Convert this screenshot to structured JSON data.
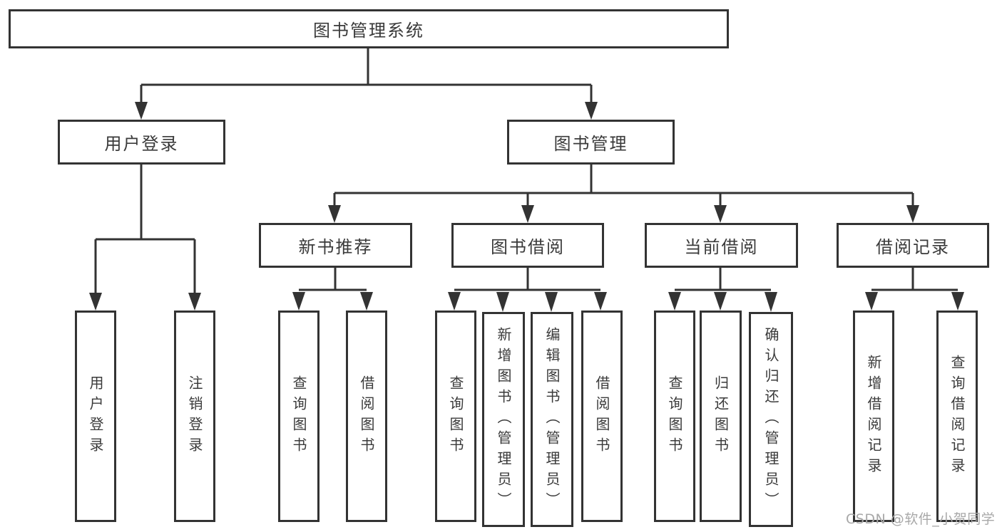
{
  "diagram": {
    "title": "图书管理系统",
    "root": {
      "label": "图书管理系统"
    },
    "level2": [
      {
        "label": "用户登录"
      },
      {
        "label": "图书管理"
      }
    ],
    "level3": [
      {
        "label": "新书推荐"
      },
      {
        "label": "图书借阅"
      },
      {
        "label": "当前借阅"
      },
      {
        "label": "借阅记录"
      }
    ],
    "leaves": {
      "user_login": [
        {
          "label": "用户登录"
        },
        {
          "label": "注销登录"
        }
      ],
      "new_book": [
        {
          "label": "查询图书"
        },
        {
          "label": "借阅图书"
        }
      ],
      "book_borrow": [
        {
          "label": "查询图书"
        },
        {
          "label": "新增图书（管理员）"
        },
        {
          "label": "编辑图书（管理员）"
        },
        {
          "label": "借阅图书"
        }
      ],
      "current_borrow": [
        {
          "label": "查询图书"
        },
        {
          "label": "归还图书"
        },
        {
          "label": "确认归还（管理员）"
        }
      ],
      "borrow_record": [
        {
          "label": "新增借阅记录"
        },
        {
          "label": "查询借阅记录"
        }
      ]
    }
  },
  "watermark": {
    "text": "CSDN @软件_小贺同学"
  },
  "colors": {
    "line": "#333333",
    "text": "#3a3a3a",
    "box_background": "#ffffff",
    "watermark": "#a8a8a8"
  }
}
